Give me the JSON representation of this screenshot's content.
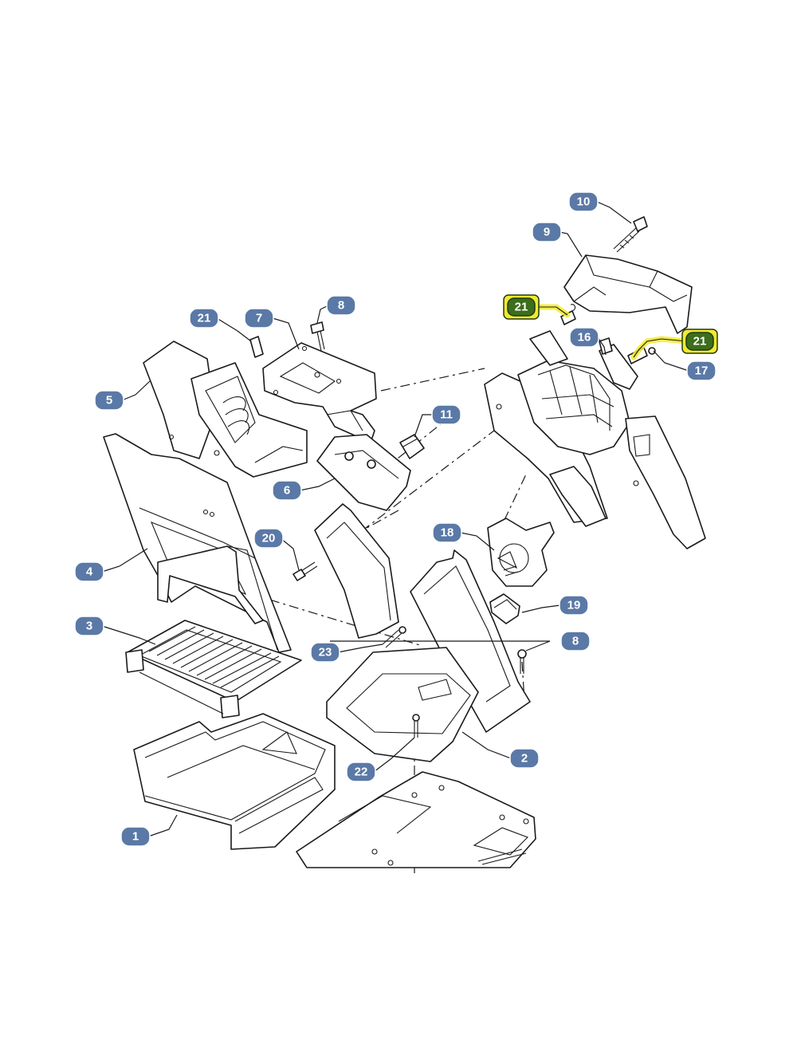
{
  "colors": {
    "badge_fill": "#5a79a6",
    "badge_text": "#ffffff",
    "highlight": "#f2ea2c",
    "highlight_badge_fill": "#3d6e1c",
    "highlight_badge_text": "#ffffff",
    "line": "#1a1a1a"
  },
  "callouts": {
    "c1": "1",
    "c2": "2",
    "c3": "3",
    "c4": "4",
    "c5": "5",
    "c6": "6",
    "c7": "7",
    "c8a": "8",
    "c8b": "8",
    "c9": "9",
    "c10": "10",
    "c11": "11",
    "c16": "16",
    "c17": "17",
    "c18": "18",
    "c19": "19",
    "c20": "20",
    "c21a": "21",
    "c21b": "21",
    "c21c": "21",
    "c22": "22",
    "c23": "23"
  },
  "highlighted_callouts": [
    "c21b",
    "c21c"
  ]
}
